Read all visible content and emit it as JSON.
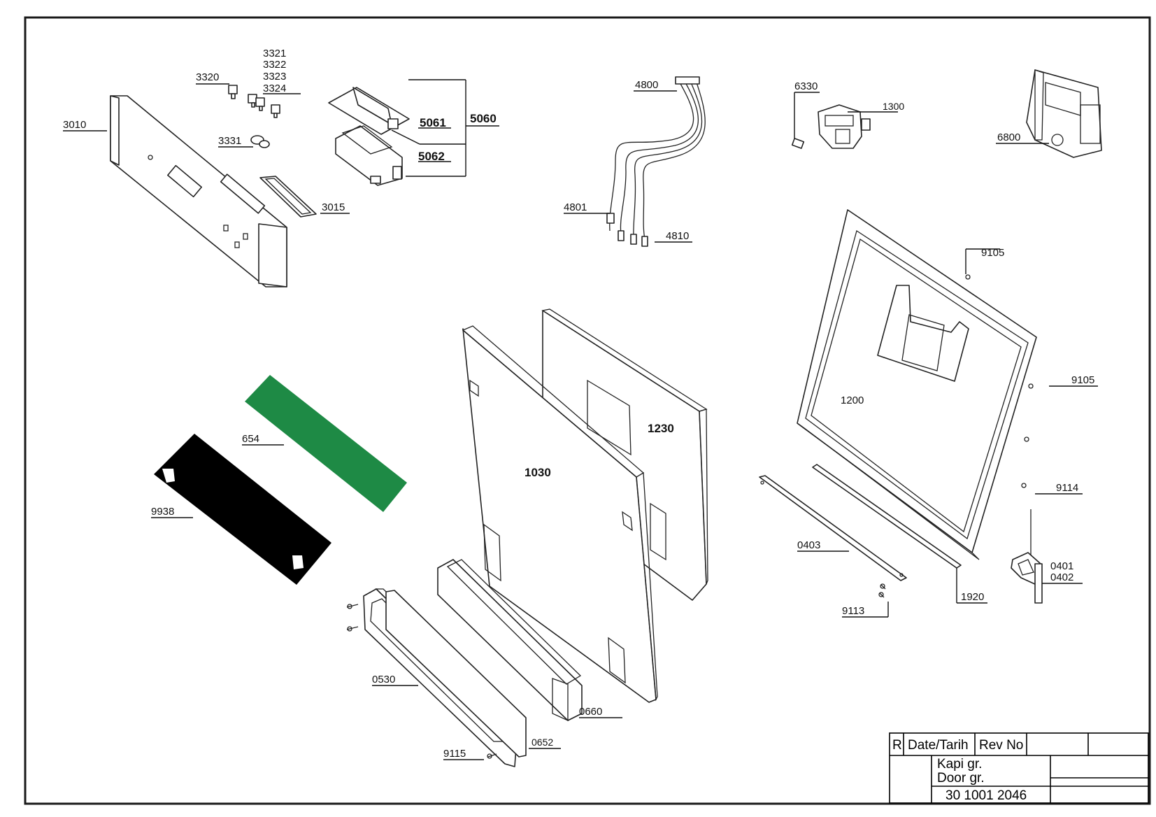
{
  "labels": {
    "l3010": "3010",
    "l3320": "3320",
    "l3321": "3321",
    "l3322": "3322",
    "l3323": "3323",
    "l3324": "3324",
    "l3331": "3331",
    "l3015": "3015",
    "l5061": "5061",
    "l5060": "5060",
    "l5062": "5062",
    "l4800": "4800",
    "l4801": "4801",
    "l4810": "4810",
    "l6330": "6330",
    "l1300": "1300",
    "l6800": "6800",
    "l9105a": "9105",
    "l9105b": "9105",
    "l1200": "1200",
    "l1230": "1230",
    "l1030": "1030",
    "l654": "654",
    "l9938": "9938",
    "l0403": "0403",
    "l9114": "9114",
    "l0401": "0401",
    "l0402": "0402",
    "l9113": "9113",
    "l1920": "1920",
    "l0530": "0530",
    "l0660": "0660",
    "l0652": "0652",
    "l9115": "9115"
  },
  "title_block": {
    "col_r": "R",
    "col_date": "Date/Tarih",
    "col_rev": "Rev No",
    "title_tr": "Kapi gr.",
    "title_en": "Door gr.",
    "drawing_no": "30 1001 2046"
  },
  "colors": {
    "strip_654": "#1e8a45",
    "sheet_9938": "#000000",
    "border": "#1a1a1a"
  }
}
